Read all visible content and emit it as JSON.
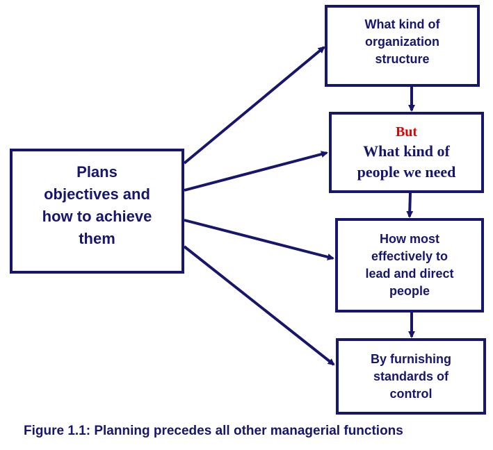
{
  "diagram": {
    "source_box": {
      "lines": [
        "Plans",
        "objectives and",
        "how to achieve",
        "them"
      ]
    },
    "target_boxes": [
      {
        "id": "org",
        "lines": [
          "What kind of",
          "organization",
          "structure"
        ]
      },
      {
        "id": "people",
        "highlight": "But",
        "lines": [
          "What kind of",
          "people we need"
        ]
      },
      {
        "id": "lead",
        "lines": [
          "How most",
          "effectively to",
          "lead and direct",
          "people"
        ]
      },
      {
        "id": "control",
        "lines": [
          "By furnishing",
          "standards of",
          "control"
        ]
      }
    ],
    "caption": "Figure 1.1: Planning precedes all other managerial functions",
    "colors": {
      "line": "#17166e",
      "text": "#17166e",
      "highlight": "#e00000"
    }
  }
}
